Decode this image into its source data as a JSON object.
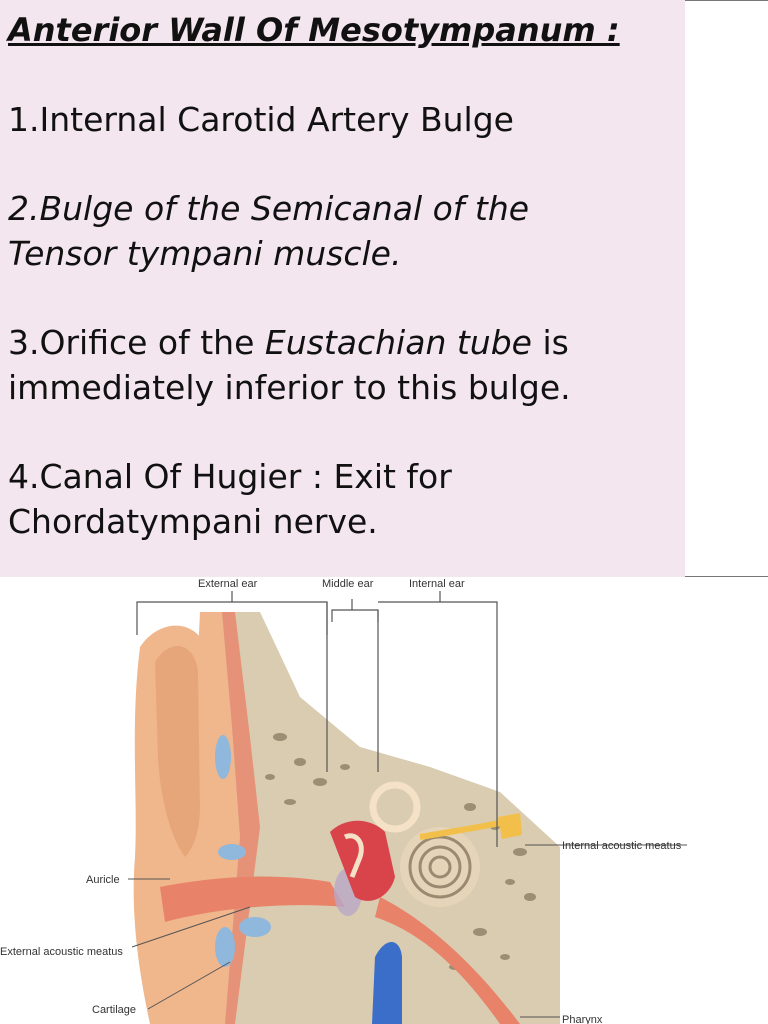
{
  "slide": {
    "title": "Anterior Wall Of Mesotympanum :",
    "items": [
      {
        "text": "1.Internal Carotid Artery Bulge"
      },
      {
        "line1": "2.Bulge of the Semicanal of the",
        "line2": "Tensor tympani muscle."
      },
      {
        "prefix": "3.Orifice of the ",
        "emph": "Eustachian tube",
        "suffix": " is",
        "line2": "immediately inferior to this bulge."
      },
      {
        "line1": "4.Canal Of Hugier : Exit for",
        "line2": "Chordatympani nerve."
      }
    ]
  },
  "figure": {
    "labels": {
      "external_ear": "External ear",
      "middle_ear": "Middle ear",
      "internal_ear": "Internal ear",
      "internal_acoustic_meatus": "Internal acoustic meatus",
      "auricle": "Auricle",
      "external_acoustic_meatus": "External acoustic meatus",
      "cartilage": "Cartilage",
      "pharynx": "Pharynx"
    },
    "colors": {
      "skin": "#f0b68c",
      "bone": "#d9ccb0",
      "cartilage": "#8fb8dc",
      "vessel": "#3a6ec8",
      "canal": "#e8836a",
      "nerve": "#f2c04a"
    }
  }
}
